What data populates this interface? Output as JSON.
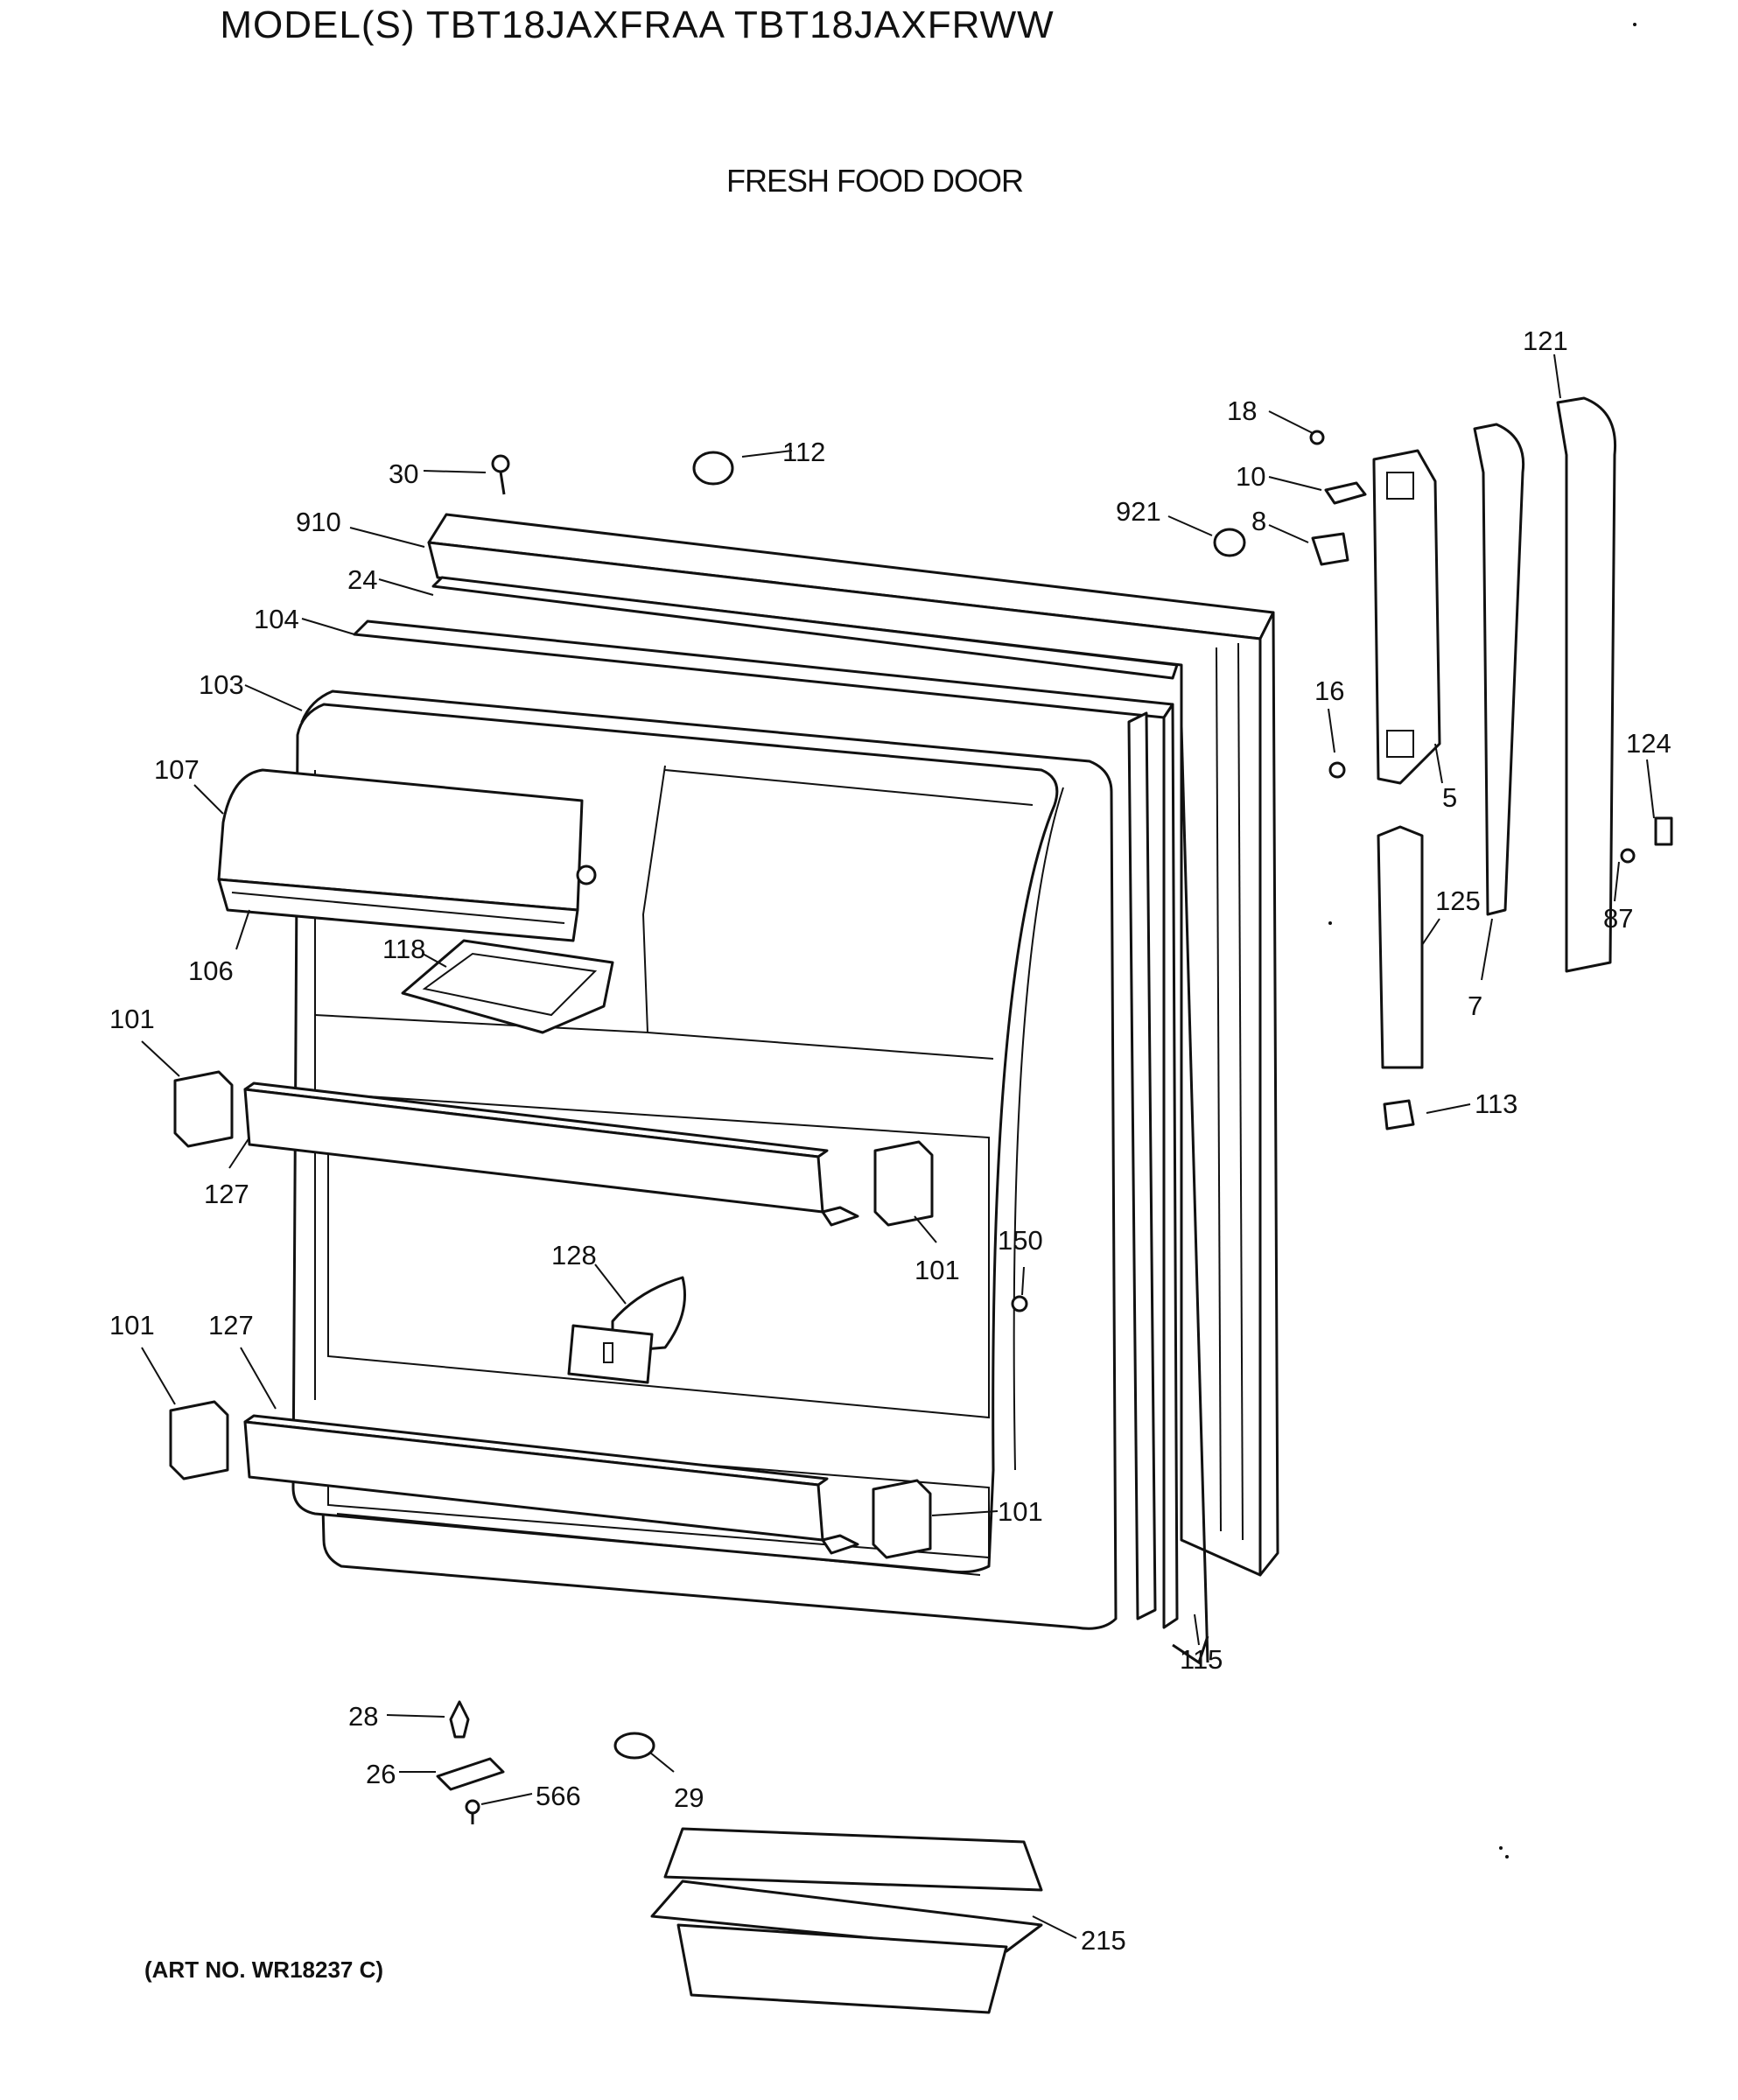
{
  "header": {
    "title": "MODEL(S) TBT18JAXFRAA  TBT18JAXFRWW",
    "subtitle": "FRESH FOOD DOOR"
  },
  "footer": {
    "art_number": "(ART NO. WR18237 C)"
  },
  "callouts": [
    {
      "id": "c121",
      "text": "121"
    },
    {
      "id": "c18",
      "text": "18"
    },
    {
      "id": "c112",
      "text": "112"
    },
    {
      "id": "c30",
      "text": "30"
    },
    {
      "id": "c10",
      "text": "10"
    },
    {
      "id": "c921",
      "text": "921"
    },
    {
      "id": "c8",
      "text": "8"
    },
    {
      "id": "c910",
      "text": "910"
    },
    {
      "id": "c24",
      "text": "24"
    },
    {
      "id": "c104",
      "text": "104"
    },
    {
      "id": "c103",
      "text": "103"
    },
    {
      "id": "c16",
      "text": "16"
    },
    {
      "id": "c124",
      "text": "124"
    },
    {
      "id": "c107",
      "text": "107"
    },
    {
      "id": "c5",
      "text": "5"
    },
    {
      "id": "c125",
      "text": "125"
    },
    {
      "id": "c87",
      "text": "87"
    },
    {
      "id": "c106",
      "text": "106"
    },
    {
      "id": "c118",
      "text": "118"
    },
    {
      "id": "c7",
      "text": "7"
    },
    {
      "id": "c101a",
      "text": "101"
    },
    {
      "id": "c113",
      "text": "113"
    },
    {
      "id": "c127a",
      "text": "127"
    },
    {
      "id": "c150",
      "text": "150"
    },
    {
      "id": "c101b",
      "text": "101"
    },
    {
      "id": "c128",
      "text": "128"
    },
    {
      "id": "c101c",
      "text": "101"
    },
    {
      "id": "c127b",
      "text": "127"
    },
    {
      "id": "c101d",
      "text": "101"
    },
    {
      "id": "c115",
      "text": "115"
    },
    {
      "id": "c28",
      "text": "28"
    },
    {
      "id": "c26",
      "text": "26"
    },
    {
      "id": "c566",
      "text": "566"
    },
    {
      "id": "c29",
      "text": "29"
    },
    {
      "id": "c215",
      "text": "215"
    }
  ]
}
